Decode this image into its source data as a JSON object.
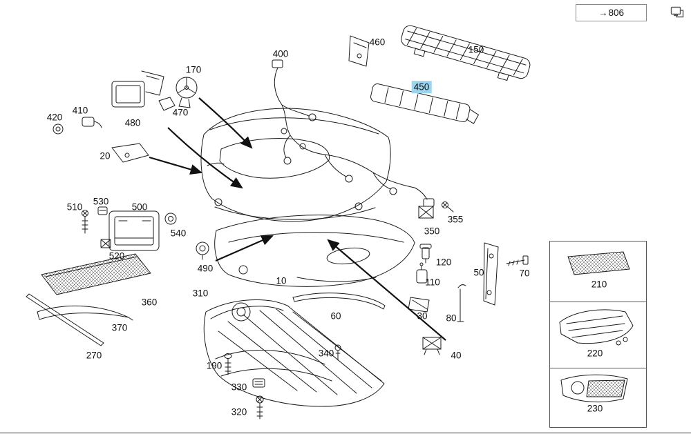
{
  "header": {
    "nav": {
      "arrow": "→",
      "label": "806"
    }
  },
  "colors": {
    "highlight": "#9bd4ec",
    "line": "#1a1a1a"
  },
  "diagram": {
    "highlighted_part": "450",
    "labels": {
      "p10": "10",
      "p20": "20",
      "p30": "30",
      "p40": "40",
      "p50": "50",
      "p60": "60",
      "p70": "70",
      "p80": "80",
      "p110": "110",
      "p120": "120",
      "p150": "150",
      "p170": "170",
      "p190": "190",
      "p270": "270",
      "p310": "310",
      "p320": "320",
      "p330": "330",
      "p340": "340",
      "p350": "350",
      "p355": "355",
      "p360": "360",
      "p370": "370",
      "p400": "400",
      "p410": "410",
      "p420": "420",
      "p450": "450",
      "p460": "460",
      "p470": "470",
      "p480": "480",
      "p490": "490",
      "p500": "500",
      "p510": "510",
      "p520": "520",
      "p530": "530",
      "p540": "540"
    }
  },
  "side_panel": {
    "items": [
      "210",
      "220",
      "230"
    ]
  }
}
